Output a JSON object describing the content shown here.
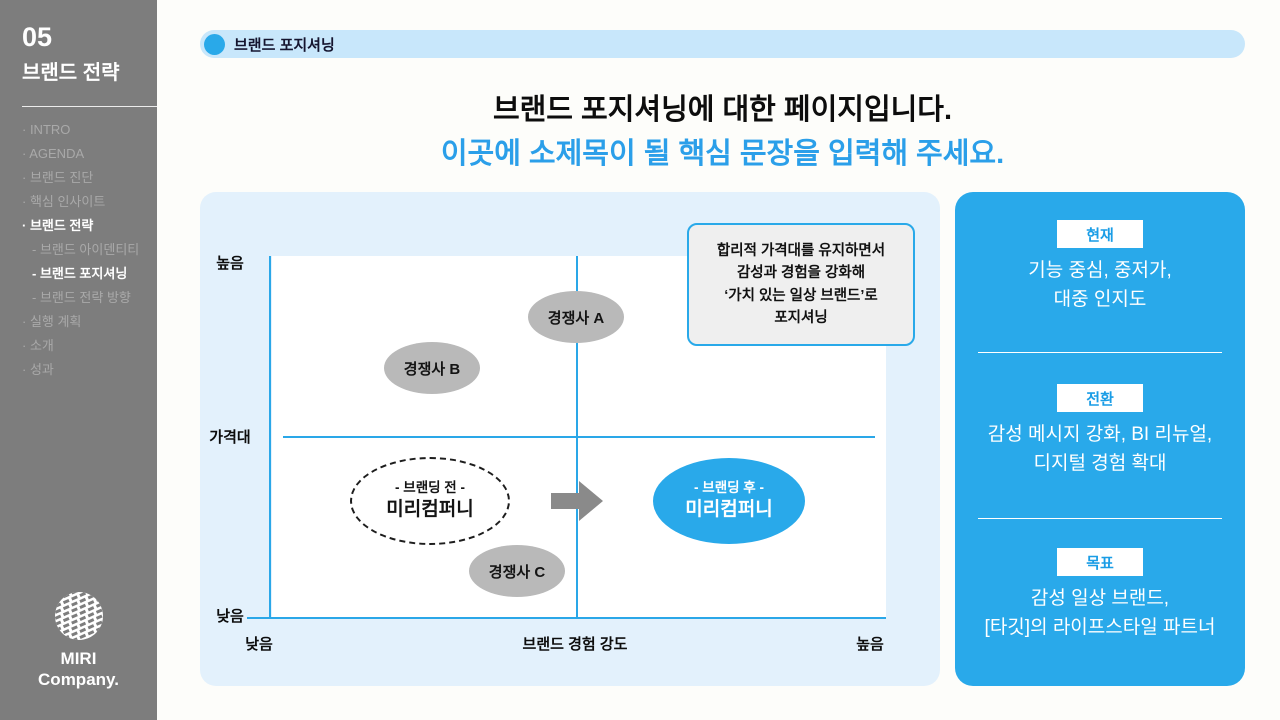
{
  "colors": {
    "accent_blue": "#29a9ea",
    "subtitle_blue": "#2b9fe9",
    "pill_bg": "#c8e7fb",
    "panel_bg": "#e3f1fc",
    "sidebar_bg": "#7d7d7d",
    "competitor_gray": "#b9b9b9"
  },
  "sidebar": {
    "section_number": "05",
    "section_title": "브랜드 전략",
    "items": [
      {
        "label": "· INTRO"
      },
      {
        "label": "· AGENDA"
      },
      {
        "label": "· 브랜드 진단"
      },
      {
        "label": "· 핵심 인사이트"
      },
      {
        "label": "· 브랜드 전략"
      },
      {
        "label": "- 브랜드 아이덴티티"
      },
      {
        "label": "- 브랜드 포지셔닝"
      },
      {
        "label": "- 브랜드 전략 방향"
      },
      {
        "label": "· 실행 계획"
      },
      {
        "label": "· 소개"
      },
      {
        "label": "· 성과"
      }
    ],
    "logo": {
      "line1": "MIRI",
      "line2": "Company."
    }
  },
  "header": {
    "tag_label": "브랜드 포지셔닝"
  },
  "title": {
    "line1": "브랜드 포지셔닝에 대한 페이지입니다.",
    "line2": "이곳에 소제목이 될 핵심 문장을 입력해 주세요."
  },
  "map": {
    "y_axis": {
      "top": "높음",
      "mid": "가격대",
      "bottom": "낮음"
    },
    "x_axis": {
      "left": "낮음",
      "mid": "브랜드 경험 강도",
      "right": "높음"
    },
    "competitors": [
      {
        "label": "경쟁사 A"
      },
      {
        "label": "경쟁사 B"
      },
      {
        "label": "경쟁사 C"
      }
    ],
    "before": {
      "tag": "- 브랜딩 전 -",
      "name": "미리컴퍼니"
    },
    "after": {
      "tag": "- 브랜딩 후 -",
      "name": "미리컴퍼니"
    },
    "callout": {
      "lines": [
        "합리적 가격대를 유지하면서",
        "감성과 경험을 강화해",
        "‘가치 있는 일상 브랜드’로",
        "포지셔닝"
      ]
    }
  },
  "panel": {
    "sections": [
      {
        "badge": "현재",
        "lines": [
          "기능 중심, 중저가,",
          "대중 인지도"
        ]
      },
      {
        "badge": "전환",
        "lines": [
          "감성 메시지 강화, BI 리뉴얼,",
          "디지털 경험 확대"
        ]
      },
      {
        "badge": "목표",
        "lines": [
          "감성 일상 브랜드,",
          "[타깃]의 라이프스타일 파트너"
        ]
      }
    ]
  }
}
